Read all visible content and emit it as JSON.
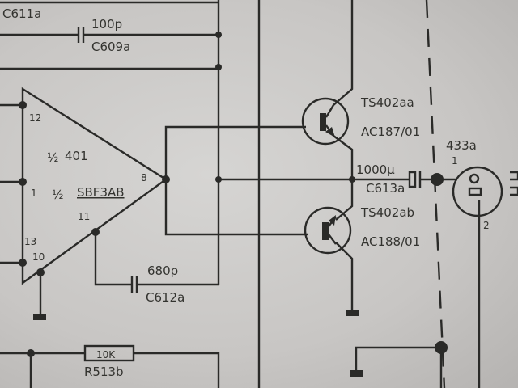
{
  "components": {
    "c611": {
      "ref": "C611a"
    },
    "c609": {
      "value": "100p",
      "ref": "C609a"
    },
    "opamp": {
      "part_half": "½",
      "part_num": "401",
      "type_half": "½",
      "type": "SBF3AB",
      "pins": [
        "12",
        "1",
        "13",
        "10",
        "11",
        "8"
      ]
    },
    "c612": {
      "value": "680p",
      "ref": "C612a"
    },
    "r513": {
      "value": "10K",
      "ref": "R513b"
    },
    "ts_upper": {
      "ref": "TS402aa",
      "type": "AC187/01"
    },
    "ts_lower": {
      "ref": "TS402ab",
      "type": "AC188/01"
    },
    "c613": {
      "value": "1000µ",
      "ref": "C613a"
    },
    "connector": {
      "ref": "433a",
      "pin1": "1",
      "pin2": "2"
    }
  }
}
